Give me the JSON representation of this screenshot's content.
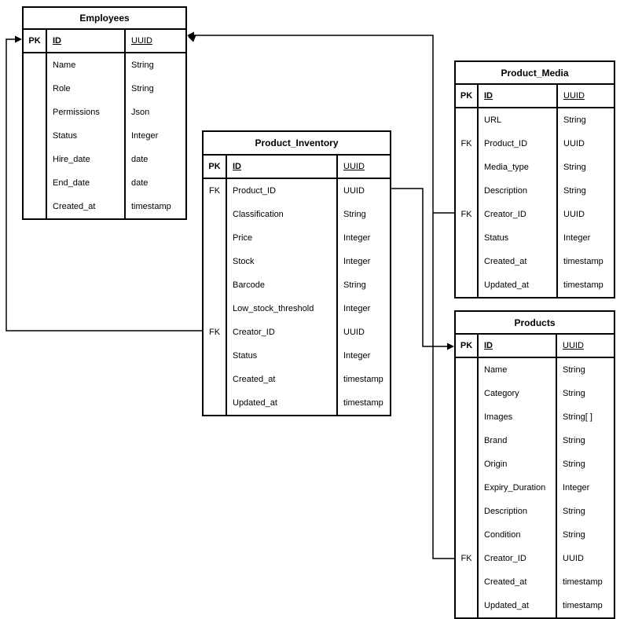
{
  "diagram": {
    "type": "entity-relationship",
    "tables": [
      {
        "title": "Employees",
        "header": {
          "key": "PK",
          "name": "ID",
          "type": "UUID"
        },
        "rows": [
          {
            "key": "",
            "name": "Name",
            "type": "String"
          },
          {
            "key": "",
            "name": "Role",
            "type": "String"
          },
          {
            "key": "",
            "name": "Permissions",
            "type": "Json"
          },
          {
            "key": "",
            "name": "Status",
            "type": "Integer"
          },
          {
            "key": "",
            "name": "Hire_date",
            "type": "date"
          },
          {
            "key": "",
            "name": "End_date",
            "type": "date"
          },
          {
            "key": "",
            "name": "Created_at",
            "type": "timestamp"
          }
        ]
      },
      {
        "title": "Product_Inventory",
        "header": {
          "key": "PK",
          "name": "ID",
          "type": "UUID"
        },
        "rows": [
          {
            "key": "FK",
            "name": "Product_ID",
            "type": "UUID"
          },
          {
            "key": "",
            "name": "Classification",
            "type": "String"
          },
          {
            "key": "",
            "name": "Price",
            "type": "Integer"
          },
          {
            "key": "",
            "name": "Stock",
            "type": "Integer"
          },
          {
            "key": "",
            "name": "Barcode",
            "type": "String"
          },
          {
            "key": "",
            "name": "Low_stock_threshold",
            "type": "Integer"
          },
          {
            "key": "FK",
            "name": "Creator_ID",
            "type": "UUID"
          },
          {
            "key": "",
            "name": "Status",
            "type": "Integer"
          },
          {
            "key": "",
            "name": "Created_at",
            "type": "timestamp"
          },
          {
            "key": "",
            "name": "Updated_at",
            "type": "timestamp"
          }
        ]
      },
      {
        "title": "Product_Media",
        "header": {
          "key": "PK",
          "name": "ID",
          "type": "UUID"
        },
        "rows": [
          {
            "key": "",
            "name": "URL",
            "type": "String"
          },
          {
            "key": "FK",
            "name": "Product_ID",
            "type": "UUID"
          },
          {
            "key": "",
            "name": "Media_type",
            "type": "String"
          },
          {
            "key": "",
            "name": "Description",
            "type": "String"
          },
          {
            "key": "FK",
            "name": "Creator_ID",
            "type": "UUID"
          },
          {
            "key": "",
            "name": "Status",
            "type": "Integer"
          },
          {
            "key": "",
            "name": "Created_at",
            "type": "timestamp"
          },
          {
            "key": "",
            "name": "Updated_at",
            "type": "timestamp"
          }
        ]
      },
      {
        "title": "Products",
        "header": {
          "key": "PK",
          "name": "ID",
          "type": "UUID"
        },
        "rows": [
          {
            "key": "",
            "name": "Name",
            "type": "String"
          },
          {
            "key": "",
            "name": "Category",
            "type": "String"
          },
          {
            "key": "",
            "name": "Images",
            "type": "String[ ]"
          },
          {
            "key": "",
            "name": "Brand",
            "type": "String"
          },
          {
            "key": "",
            "name": "Origin",
            "type": "String"
          },
          {
            "key": "",
            "name": "Expiry_Duration",
            "type": "Integer"
          },
          {
            "key": "",
            "name": "Description",
            "type": "String"
          },
          {
            "key": "",
            "name": "Condition",
            "type": "String"
          },
          {
            "key": "FK",
            "name": "Creator_ID",
            "type": "UUID"
          },
          {
            "key": "",
            "name": "Created_at",
            "type": "timestamp"
          },
          {
            "key": "",
            "name": "Updated_at",
            "type": "timestamp"
          }
        ]
      }
    ],
    "edges": [
      {
        "from": "Product_Inventory.Creator_ID",
        "to": "Employees.ID",
        "arrow_at": "Employees"
      },
      {
        "from": "Product_Media.Creator_ID",
        "to": "Employees.ID",
        "arrow_at": "Employees"
      },
      {
        "from": "Products.Creator_ID",
        "to": "Employees.ID",
        "arrow_at": "Employees"
      },
      {
        "from": "Product_Inventory.Product_ID",
        "to": "Products.ID",
        "arrow_at": "Products"
      }
    ]
  },
  "colors": {
    "background": "#ffffff",
    "line": "#000000",
    "table_border": "#000000",
    "text": "#000000"
  }
}
